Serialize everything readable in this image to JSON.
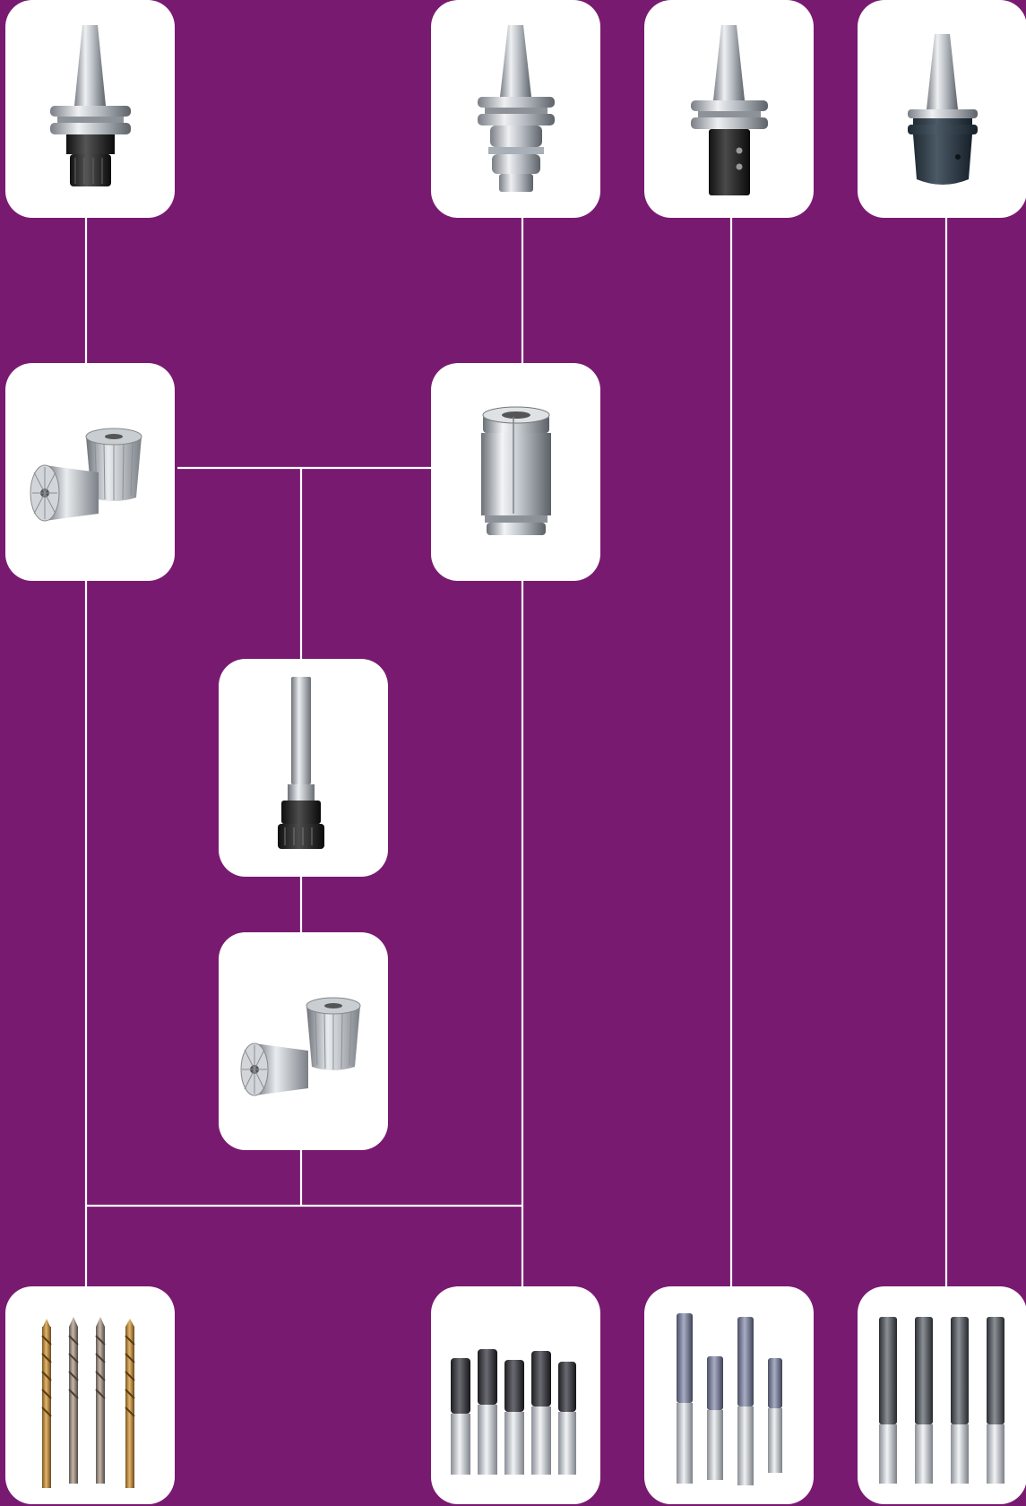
{
  "background_color": "#791a71",
  "line_color": "#ffffff",
  "card_color": "#ffffff",
  "rows": [
    {
      "row": "tool-holders",
      "items": [
        {
          "id": "er-collet-chuck",
          "icon": "er-collet-chuck-icon"
        },
        {
          "id": "hydraulic-chuck",
          "icon": "hydraulic-chuck-icon"
        },
        {
          "id": "side-lock-holder",
          "icon": "side-lock-holder-icon"
        },
        {
          "id": "shrink-fit-holder",
          "icon": "shrink-fit-holder-icon"
        }
      ]
    },
    {
      "row": "collets",
      "items": [
        {
          "id": "er-collets",
          "icon": "er-collets-icon"
        },
        {
          "id": "reduction-sleeve",
          "icon": "reduction-sleeve-icon"
        }
      ]
    },
    {
      "row": "extension",
      "items": [
        {
          "id": "er-extension",
          "icon": "er-extension-icon"
        },
        {
          "id": "er-collets-small",
          "icon": "er-collets-icon"
        }
      ]
    },
    {
      "row": "cutting-tools",
      "items": [
        {
          "id": "twist-drills",
          "icon": "twist-drills-icon"
        },
        {
          "id": "end-mills",
          "icon": "end-mills-icon"
        },
        {
          "id": "roughing-end-mills",
          "icon": "roughing-end-mills-icon"
        },
        {
          "id": "solid-carbide-drills",
          "icon": "solid-carbide-drills-icon"
        }
      ]
    }
  ]
}
